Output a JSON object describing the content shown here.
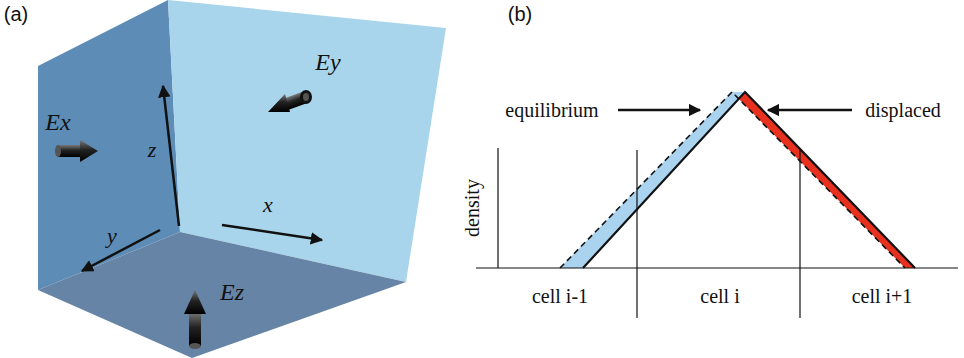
{
  "diagram": {
    "labels": [
      "(a)",
      "(b)",
      "Ex",
      "Ey",
      "Ez",
      "z",
      "x",
      "y",
      "equilibrium",
      "displaced",
      "density",
      "cell i-1",
      "cell i",
      "cell i+1"
    ]
  }
}
